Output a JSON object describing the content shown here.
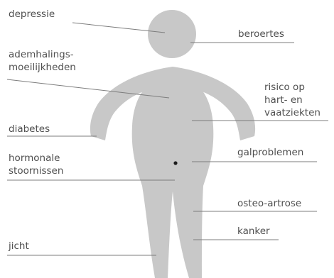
{
  "labels": {
    "depressie": "depressie",
    "beroertes": "beroertes",
    "ademhalings_1": "ademhalings-",
    "ademhalings_2": "moeilijkheden",
    "risico_1": "risico op",
    "risico_2": "hart- en",
    "risico_3": "vaatziekten",
    "diabetes": "diabetes",
    "hormonale_1": "hormonale",
    "hormonale_2": "stoornissen",
    "galproblemen": "galproblemen",
    "osteo_artrose": "osteo-artrose",
    "kanker": "kanker",
    "jicht": "jicht"
  },
  "colors": {
    "silhouette": "#c8c8c8",
    "leader_line": "#7d7d7d",
    "label_text": "#4f4f4f",
    "navel_dot": "#1a1a1a"
  }
}
